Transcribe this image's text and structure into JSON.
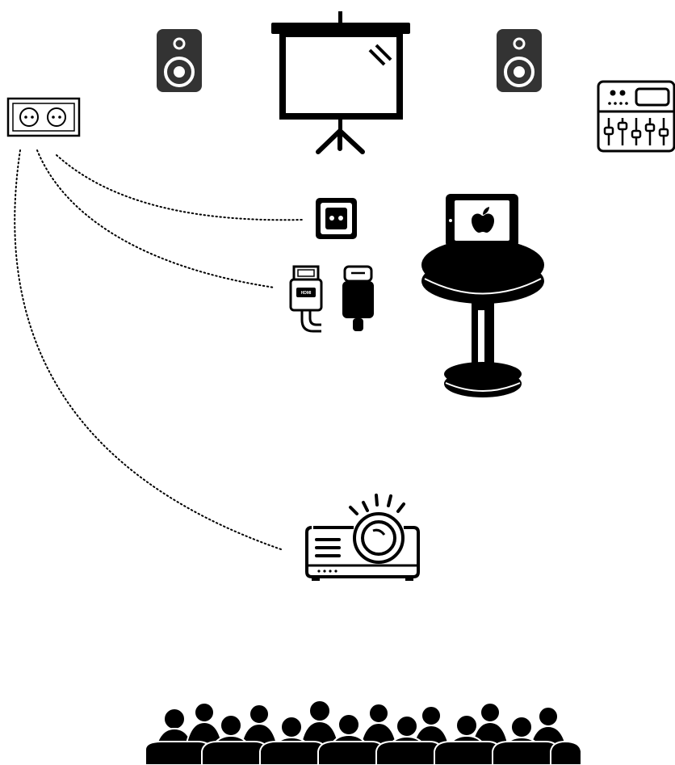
{
  "diagram": {
    "title": "",
    "elements": [
      {
        "id": "power-strip",
        "icon": "double-power-outlet-icon"
      },
      {
        "id": "speaker-left",
        "icon": "speaker-icon"
      },
      {
        "id": "projection-screen",
        "icon": "projection-screen-icon"
      },
      {
        "id": "speaker-right",
        "icon": "speaker-icon"
      },
      {
        "id": "audio-mixer",
        "icon": "mixing-console-icon"
      },
      {
        "id": "wall-socket",
        "icon": "single-power-outlet-icon"
      },
      {
        "id": "hdmi-cable",
        "icon": "hdmi-connector-icon",
        "label": "HDMI"
      },
      {
        "id": "usb-c-cable",
        "icon": "usb-c-connector-icon"
      },
      {
        "id": "lectern",
        "icon": "round-table-with-ipad-icon"
      },
      {
        "id": "projector",
        "icon": "projector-icon"
      },
      {
        "id": "audience",
        "icon": "audience-silhouette-icon"
      }
    ],
    "connections": [
      {
        "from": "power-strip",
        "to": "wall-socket",
        "style": "dotted"
      },
      {
        "from": "power-strip",
        "to": "hdmi-cable",
        "style": "dotted"
      },
      {
        "from": "power-strip",
        "to": "projector",
        "style": "dotted"
      }
    ],
    "colors": {
      "ink": "#000000",
      "background": "#ffffff",
      "speaker_body": "#333333"
    }
  }
}
